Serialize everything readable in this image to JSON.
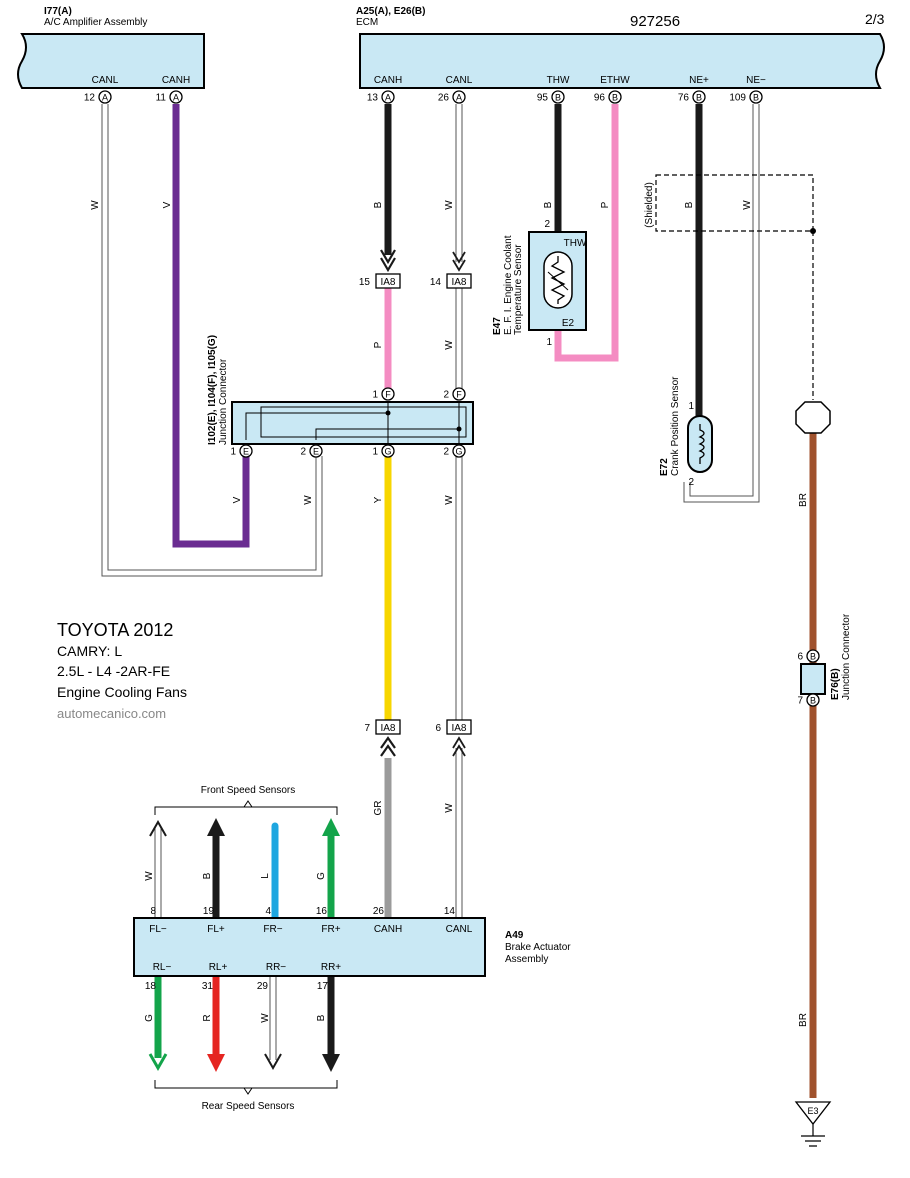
{
  "header": {
    "doc_number": "927256",
    "page": "2/3"
  },
  "ac_amp": {
    "code": "I77(A)",
    "name": "A/C Amplifier Assembly",
    "pins": [
      {
        "label": "CANL",
        "num": "12",
        "conn": "A"
      },
      {
        "label": "CANH",
        "num": "11",
        "conn": "A"
      }
    ]
  },
  "ecm": {
    "code": "A25(A), E26(B)",
    "name": "ECM",
    "pins": [
      {
        "label": "CANH",
        "num": "13",
        "conn": "A"
      },
      {
        "label": "CANL",
        "num": "26",
        "conn": "A"
      },
      {
        "label": "THW",
        "num": "95",
        "conn": "B"
      },
      {
        "label": "ETHW",
        "num": "96",
        "conn": "B"
      },
      {
        "label": "NE+",
        "num": "76",
        "conn": "B"
      },
      {
        "label": "NE−",
        "num": "109",
        "conn": "B"
      }
    ]
  },
  "wire_colors": {
    "W": "W",
    "V": "V",
    "B": "B",
    "P": "P",
    "Y": "Y",
    "GR": "GR",
    "L": "L",
    "G": "G",
    "R": "R",
    "BR": "BR"
  },
  "colors": {
    "white_wire": "#ffffff",
    "violet": "#6a2c91",
    "black": "#1a1a1a",
    "pink": "#f48cc2",
    "yellow": "#f7d600",
    "gray": "#9b9b9b",
    "blue": "#1ea6e0",
    "green": "#13a44a",
    "red": "#e52521",
    "brown": "#a0522d",
    "component_fill": "#c9e8f4"
  },
  "ia8": {
    "label": "IA8",
    "top_pins": [
      "15",
      "14"
    ],
    "bottom_pins": [
      "7",
      "6"
    ]
  },
  "coolant_sensor": {
    "code": "E47",
    "name_line1": "E. F. I.  Engine Coolant",
    "name_line2": "Temperature Sensor",
    "terminal_top": "THW",
    "terminal_bottom": "E2",
    "pin_top": "2",
    "pin_bottom": "1"
  },
  "shielded_label": "(Shielded)",
  "junction": {
    "code": "I102(E), I104(F), I105(G)",
    "name": "Junction Connector",
    "top_pins": [
      {
        "num": "1",
        "conn": "F"
      },
      {
        "num": "2",
        "conn": "F"
      }
    ],
    "bottom_pins": [
      {
        "num": "1",
        "conn": "E"
      },
      {
        "num": "2",
        "conn": "E"
      },
      {
        "num": "1",
        "conn": "G"
      },
      {
        "num": "2",
        "conn": "G"
      }
    ]
  },
  "crank_sensor": {
    "code": "E72",
    "name": "Crank Position Sensor",
    "pin_top": "1",
    "pin_bottom": "2"
  },
  "e76": {
    "code": "E76(B)",
    "name": "Junction Connector",
    "pin_top": "6",
    "pin_bottom": "7",
    "conn": "B"
  },
  "ground": {
    "label": "E3"
  },
  "title_block": {
    "brand": "TOYOTA 2012",
    "model": "CAMRY: L",
    "engine": "2.5L - L4 -2AR-FE",
    "system": "Engine Cooling Fans",
    "website": "automecanico.com"
  },
  "brake_actuator": {
    "code": "A49",
    "name_line1": "Brake Actuator",
    "name_line2": "Assembly",
    "top_pins": [
      {
        "num": "8",
        "label": "FL−"
      },
      {
        "num": "19",
        "label": "FL+"
      },
      {
        "num": "4",
        "label": "FR−"
      },
      {
        "num": "16",
        "label": "FR+"
      },
      {
        "num": "26",
        "label": "CANH"
      },
      {
        "num": "14",
        "label": "CANL"
      }
    ],
    "bottom_pins": [
      {
        "num": "18",
        "label": "RL−"
      },
      {
        "num": "31",
        "label": "RL+"
      },
      {
        "num": "29",
        "label": "RR−"
      },
      {
        "num": "17",
        "label": "RR+"
      }
    ]
  },
  "front_sensors_label": "Front Speed Sensors",
  "rear_sensors_label": "Rear Speed Sensors"
}
